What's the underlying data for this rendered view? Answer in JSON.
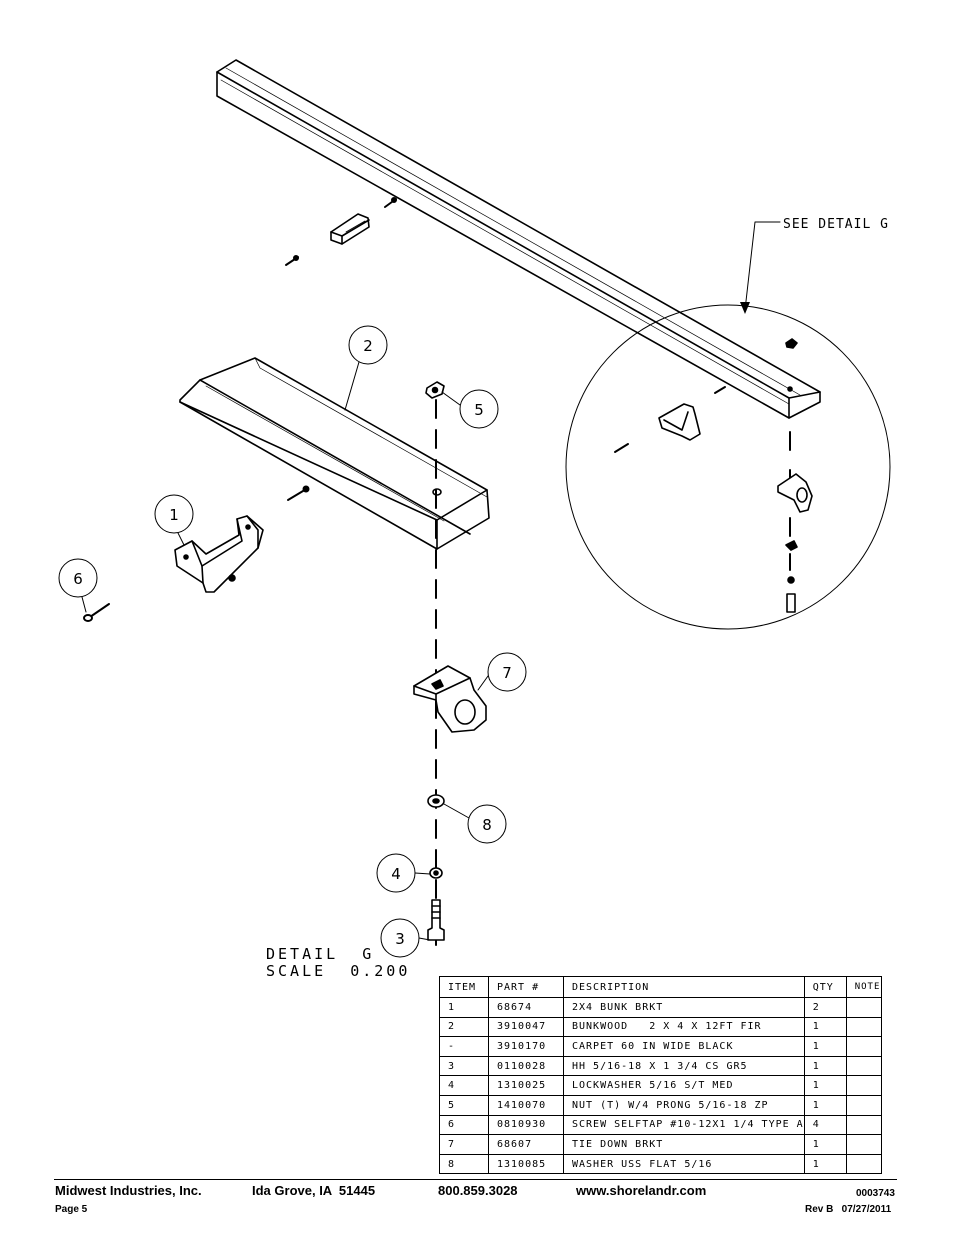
{
  "callout": "SEE DETAIL G",
  "detail_title": {
    "line1": "DETAIL  G",
    "line2": "SCALE  0.200"
  },
  "balloons": [
    "1",
    "2",
    "3",
    "4",
    "5",
    "6",
    "7",
    "8"
  ],
  "bom": {
    "headers": [
      "ITEM",
      "PART #",
      "DESCRIPTION",
      "QTY",
      "NOTE"
    ],
    "rows": [
      [
        "1",
        "68674",
        "2X4 BUNK BRKT",
        "2",
        ""
      ],
      [
        "2",
        "3910047",
        "BUNKWOOD   2 X 4 X 12FT FIR",
        "1",
        ""
      ],
      [
        "-",
        "3910170",
        "CARPET 60 IN WIDE BLACK",
        "1",
        ""
      ],
      [
        "3",
        "0110028",
        "HH 5/16-18 X 1 3/4 CS GR5",
        "1",
        ""
      ],
      [
        "4",
        "1310025",
        "LOCKWASHER 5/16 S/T MED",
        "1",
        ""
      ],
      [
        "5",
        "1410070",
        "NUT (T) W/4 PRONG 5/16-18 ZP",
        "1",
        ""
      ],
      [
        "6",
        "0810930",
        "SCREW SELFTAP #10-12X1 1/4 TYPE A",
        "4",
        ""
      ],
      [
        "7",
        "68607",
        "TIE DOWN BRKT",
        "1",
        ""
      ],
      [
        "8",
        "1310085",
        "WASHER USS FLAT 5/16",
        "1",
        ""
      ]
    ]
  },
  "footer": {
    "company": "Midwest Industries, Inc.",
    "city": "Ida Grove, IA  51445",
    "phone": "800.859.3028",
    "website": "www.shorelandr.com",
    "doc_number": "0003743",
    "page": "Page 5",
    "revision": "Rev B   07/27/2011"
  }
}
